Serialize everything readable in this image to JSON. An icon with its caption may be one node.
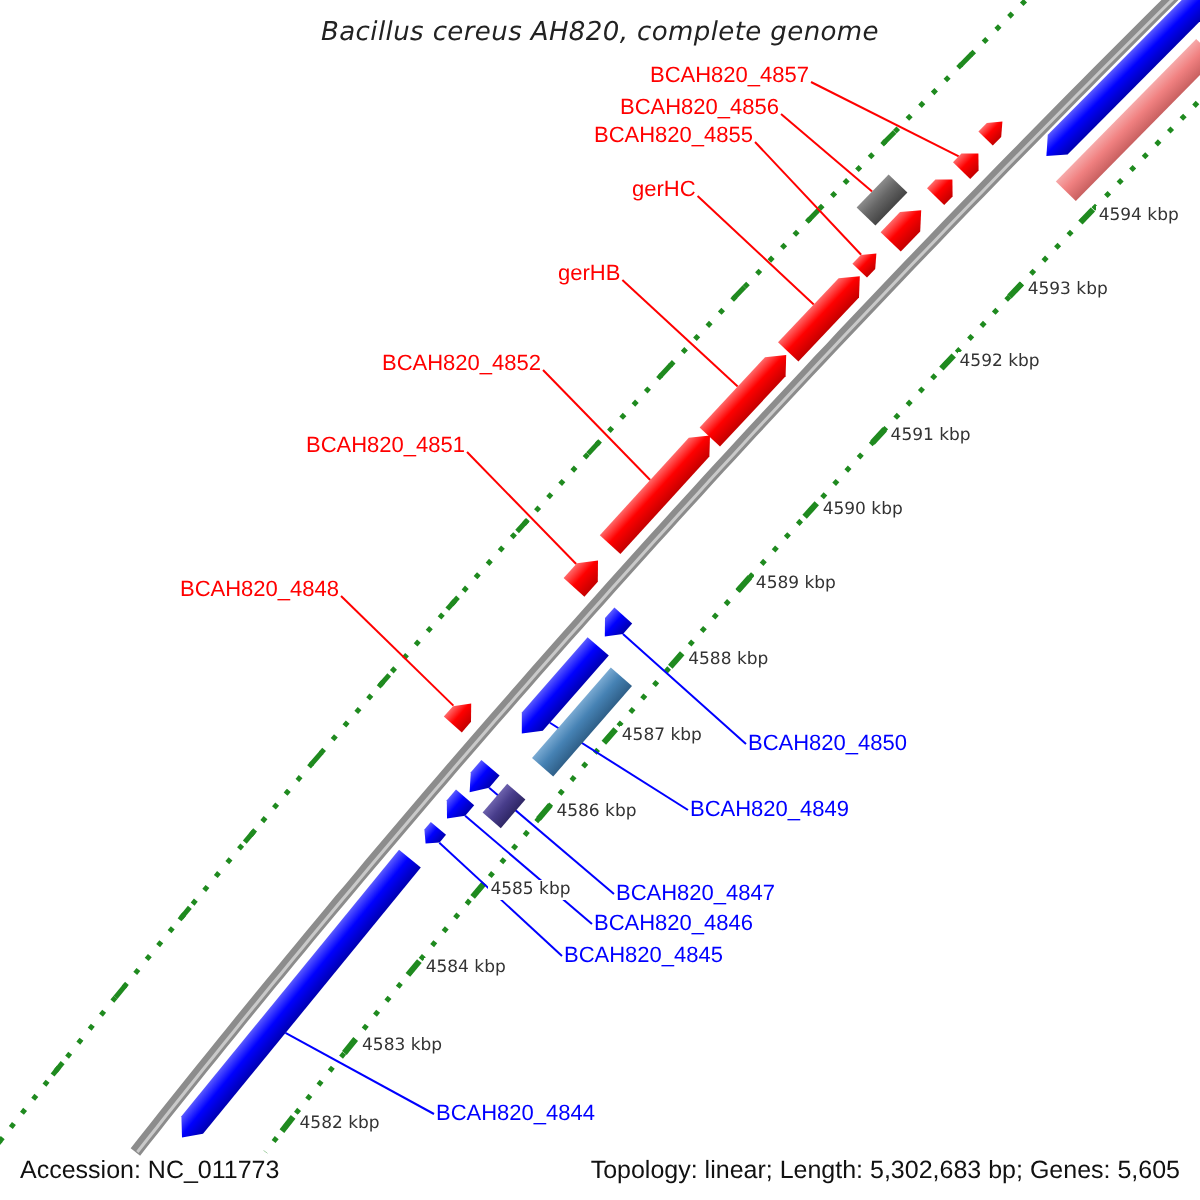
{
  "diagram": {
    "title": "Bacillus cereus AH820, complete genome",
    "nodes": [
      {
        "text": [],
        "shape": "bar"
      },
      {
        "text": [],
        "shape": "arrow"
      },
      {
        "text": [],
        "shape": "arrow"
      },
      {
        "text": [],
        "shape": "arrow"
      },
      {
        "text": [],
        "shape": "arrow"
      },
      {
        "text": [],
        "shape": "box"
      },
      {
        "text": [],
        "shape": "arrow"
      },
      {
        "text": [],
        "shape": "arrow"
      },
      {
        "text": [],
        "shape": "arrow"
      },
      {
        "text": [],
        "shape": "arrow"
      },
      {
        "text": [],
        "shape": "arrow"
      },
      {
        "text": [],
        "shape": "arrow"
      },
      {
        "text": [],
        "shape": "arrow"
      },
      {
        "text": [],
        "shape": "arrow"
      },
      {
        "text": [],
        "shape": "box"
      },
      {
        "text": [],
        "shape": "arrow"
      },
      {
        "text": [],
        "shape": "arrow"
      },
      {
        "text": [],
        "shape": "arrow"
      },
      {
        "text": [],
        "shape": "box"
      },
      {
        "text": [],
        "shape": "arrow"
      },
      {
        "text": [],
        "shape": "arrow"
      },
      {
        "text": [
          "BCAH820_4857"
        ]
      },
      {
        "text": [
          "BCAH820_4856"
        ]
      },
      {
        "text": [
          "BCAH820_4855"
        ]
      },
      {
        "text": [
          "gerHC"
        ]
      },
      {
        "text": [
          "gerHB"
        ]
      },
      {
        "text": [
          "BCAH820_4852"
        ]
      },
      {
        "text": [
          "BCAH820_4851"
        ]
      },
      {
        "text": [
          "BCAH820_4848"
        ]
      },
      {
        "text": [
          "BCAH820_4850"
        ]
      },
      {
        "text": [
          "BCAH820_4849"
        ]
      },
      {
        "text": [
          "BCAH820_4847"
        ]
      },
      {
        "text": [
          "BCAH820_4846"
        ]
      },
      {
        "text": [
          "BCAH820_4845"
        ]
      },
      {
        "text": [
          "BCAH820_4844"
        ]
      }
    ],
    "edges": [
      {
        "from": 21,
        "to": 4,
        "arrow": "none"
      },
      {
        "from": 22,
        "to": 5,
        "arrow": "none"
      },
      {
        "from": 23,
        "to": 7,
        "arrow": "none"
      },
      {
        "from": 24,
        "to": 8,
        "arrow": "none"
      },
      {
        "from": 25,
        "to": 9,
        "arrow": "none"
      },
      {
        "from": 26,
        "to": 10,
        "arrow": "none"
      },
      {
        "from": 27,
        "to": 11,
        "arrow": "none"
      },
      {
        "from": 28,
        "to": 15,
        "arrow": "none"
      },
      {
        "from": 29,
        "to": 12,
        "arrow": "none",
        "color": "#0000ff"
      },
      {
        "from": 30,
        "to": 13,
        "arrow": "none",
        "color": "#0000ff"
      },
      {
        "from": 31,
        "to": 16,
        "arrow": "none",
        "color": "#0000ff"
      },
      {
        "from": 32,
        "to": 17,
        "arrow": "none",
        "color": "#0000ff"
      },
      {
        "from": 33,
        "to": 19,
        "arrow": "none",
        "color": "#0000ff"
      },
      {
        "from": 34,
        "to": 20,
        "arrow": "none",
        "color": "#0000ff"
      }
    ],
    "labels": [
      "4594 kbp",
      "4593 kbp",
      "4592 kbp",
      "4591 kbp",
      "4590 kbp",
      "4589 kbp",
      "4588 kbp",
      "4587 kbp",
      "4586 kbp",
      "4585 kbp",
      "4584 kbp",
      "4583 kbp",
      "4582 kbp",
      "Accession: NC_011773",
      "Topology: linear; Length: 5,302,683 bp; Genes: 5,605"
    ]
  }
}
